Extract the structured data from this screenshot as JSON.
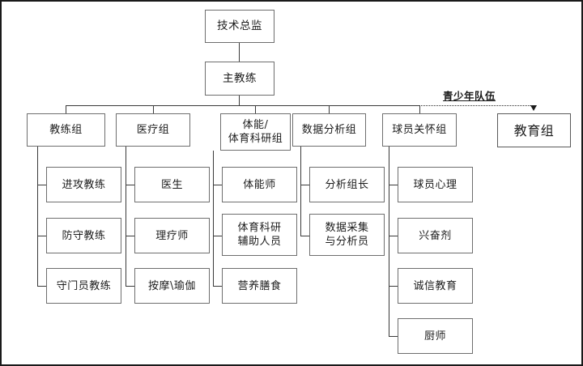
{
  "diagram": {
    "title_visible": false,
    "annotation": {
      "label": "青少年队伍",
      "style": "bold-underline",
      "link_style": "dotted-arrow"
    },
    "nodes": {
      "technical_director": "技术总监",
      "head_coach": "主教练",
      "education_group": "教育组"
    },
    "departments": [
      {
        "id": "coaching",
        "label": "教练组",
        "children": [
          "进攻教练",
          "防守教练",
          "守门员教练"
        ]
      },
      {
        "id": "medical",
        "label": "医疗组",
        "children": [
          "医生",
          "理疗师",
          "按摩\\瑜伽"
        ]
      },
      {
        "id": "fitness-research",
        "label": "体能/\n体育科研组",
        "children": [
          "体能师",
          "体育科研\n辅助人员",
          "营养膳食"
        ]
      },
      {
        "id": "data-analysis",
        "label": "数据分析组",
        "children": [
          "分析组长",
          "数据采集\n与分析员"
        ]
      },
      {
        "id": "player-care",
        "label": "球员关怀组",
        "children": [
          "球员心理",
          "兴奋剂",
          "诚信教育",
          "厨师"
        ]
      }
    ],
    "colors": {
      "box_border": "#6e6e6e",
      "connector": "#3a3a3a",
      "text": "#1c1c1c",
      "frame": "#1a1a1a",
      "background": "#ffffff"
    }
  }
}
